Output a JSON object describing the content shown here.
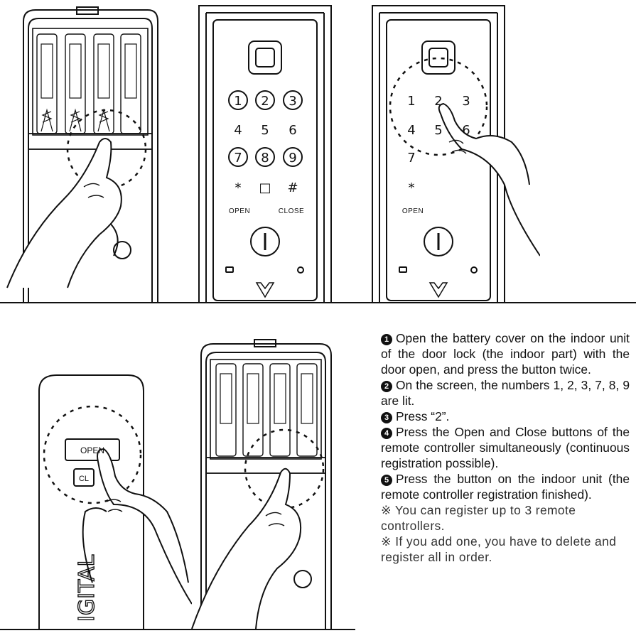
{
  "keypad": {
    "keys": [
      "1",
      "2",
      "3",
      "4",
      "5",
      "6",
      "7",
      "8",
      "9",
      "*",
      "□",
      "#"
    ],
    "open_label": "OPEN",
    "close_label": "CLOSE"
  },
  "remote": {
    "open_button": "OPEN",
    "close_button_partial": "CL",
    "brand_partial": "IGITAL"
  },
  "instructions": {
    "steps": [
      {
        "marker": "1",
        "text": "Open the battery cover on the indoor unit of the door lock (the indoor part) with the door open, and press the button twice."
      },
      {
        "marker": "2",
        "text": "On the screen, the numbers 1, 2, 3, 7, 8, 9 are lit."
      },
      {
        "marker": "3",
        "text": "Press “2”."
      },
      {
        "marker": "4",
        "text": "Press the Open and Close buttons of the remote controller simultaneously (continuous registration possible)."
      },
      {
        "marker": "5",
        "text": "Press the button on the indoor unit (the remote controller registration finished)."
      }
    ],
    "notes": [
      "※ You can register up to 3 remote controllers.",
      "※ If you add one, you have to delete and register all in order."
    ]
  }
}
